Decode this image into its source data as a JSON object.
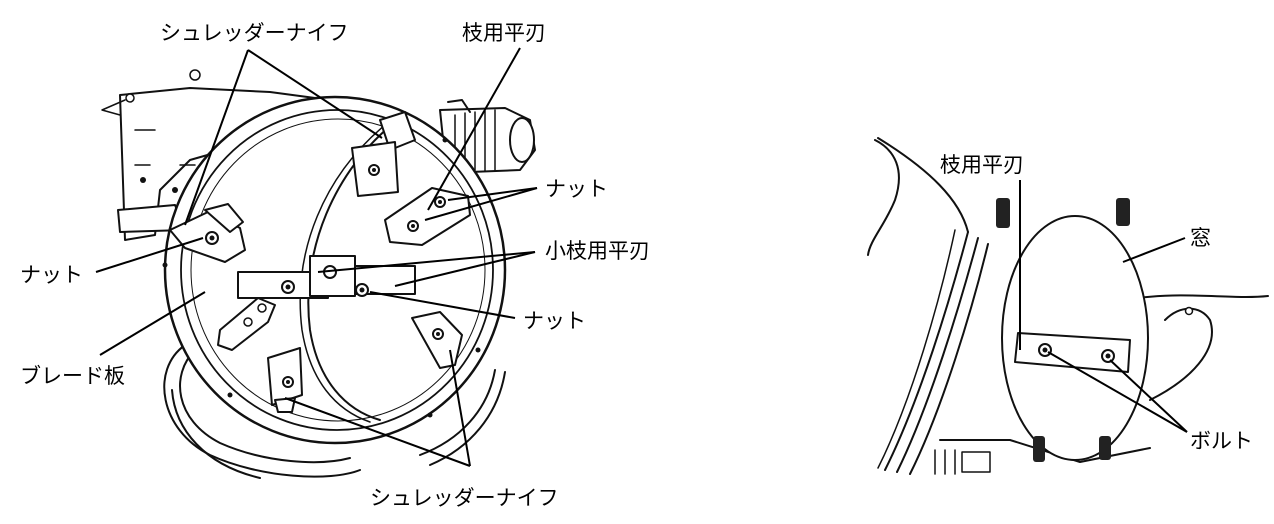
{
  "left_view": {
    "shredder_knife_top": "シュレッダーナイフ",
    "branch_flat_blade": "枝用平刃",
    "nut_upper_right": "ナット",
    "nut_left": "ナット",
    "small_branch_flat_blade": "小枝用平刃",
    "nut_center_right": "ナット",
    "blade_plate": "ブレード板",
    "shredder_knife_bottom": "シュレッダーナイフ"
  },
  "right_view": {
    "branch_flat_blade": "枝用平刃",
    "window": "窓",
    "bolt": "ボルト"
  }
}
